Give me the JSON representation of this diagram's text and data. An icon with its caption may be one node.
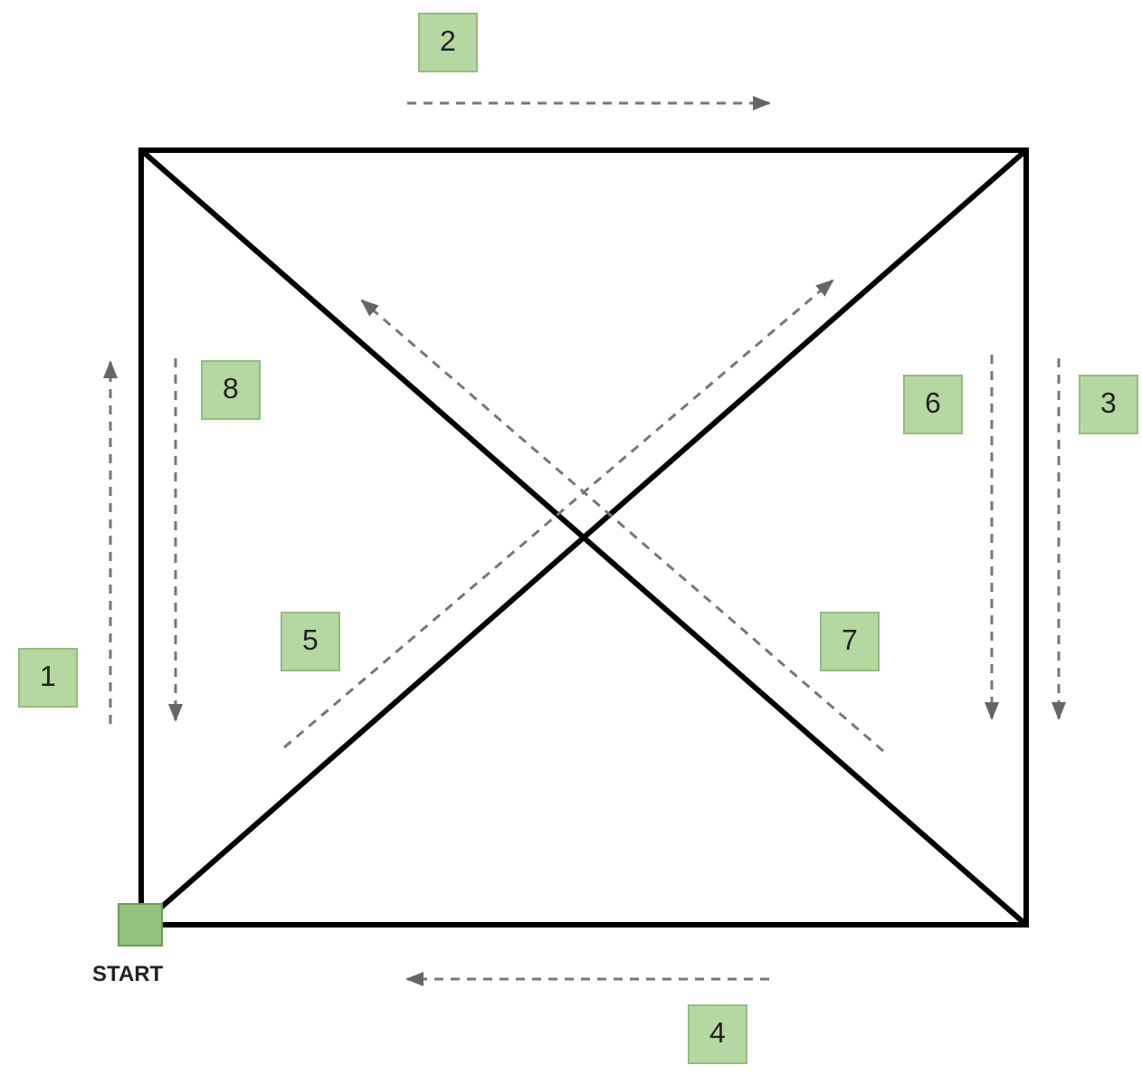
{
  "diagram": {
    "nodes": [
      {
        "text": [
          "2"
        ]
      },
      {
        "text": [
          "8"
        ]
      },
      {
        "text": [
          "6"
        ]
      },
      {
        "text": [
          "3"
        ]
      },
      {
        "text": [
          "5"
        ]
      },
      {
        "text": [
          "7"
        ]
      },
      {
        "text": [
          "1"
        ]
      },
      {
        "text": [],
        "shape": "box",
        "beside": [
          "START"
        ]
      },
      {
        "text": [
          "4"
        ]
      }
    ]
  }
}
